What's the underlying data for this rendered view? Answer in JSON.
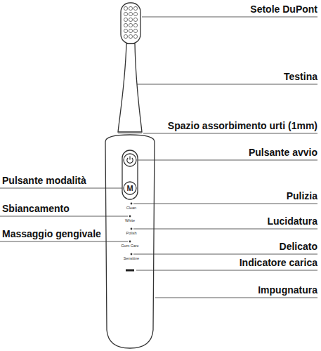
{
  "diagram": {
    "labels": [
      "Setole DuPont",
      "Testina",
      "Spazio assorbimento urti (1mm)",
      "Pulsante avvio",
      "Pulsante modalità",
      "M",
      "Pulizia",
      "Clean",
      "Sbiancamento",
      "White",
      "Lucidatura",
      "Polish",
      "Massaggio gengivale",
      "Gum Care",
      "Delicato",
      "Sensitive",
      "Indicatore carica",
      "Impugnatura"
    ]
  }
}
